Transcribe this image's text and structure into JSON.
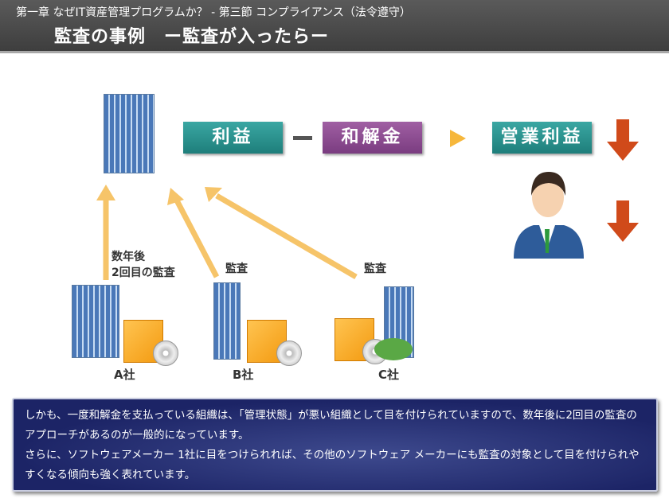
{
  "header": {
    "subtitle": "第一章 なぜIT資産管理プログラムか？ - 第三節 コンプライアンス（法令遵守）",
    "title": "監査の事例　ー監査が入ったらー"
  },
  "equation": {
    "profit": "利益",
    "minus": "ー",
    "settlement": "和解金",
    "operating_profit": "営業利益"
  },
  "arrows": {
    "first": "数年後\n2回目の監査",
    "first_line1": "数年後",
    "first_line2": "2回目の監査",
    "second": "監査",
    "third": "監査"
  },
  "companies": [
    "A社",
    "B社",
    "C社"
  ],
  "note": {
    "para1": "しかも、一度和解金を支払っている組織は、「管理状態」が悪い組織として目を付けられていますので、数年後に2回目の監査のアプローチがあるのが一般的になっています。",
    "para2": "さらに、ソフトウェアメーカー 1社に目をつけられれば、その他のソフトウェア メーカーにも監査の対象として目を付けられやすくなる傾向も強く表れています。"
  }
}
